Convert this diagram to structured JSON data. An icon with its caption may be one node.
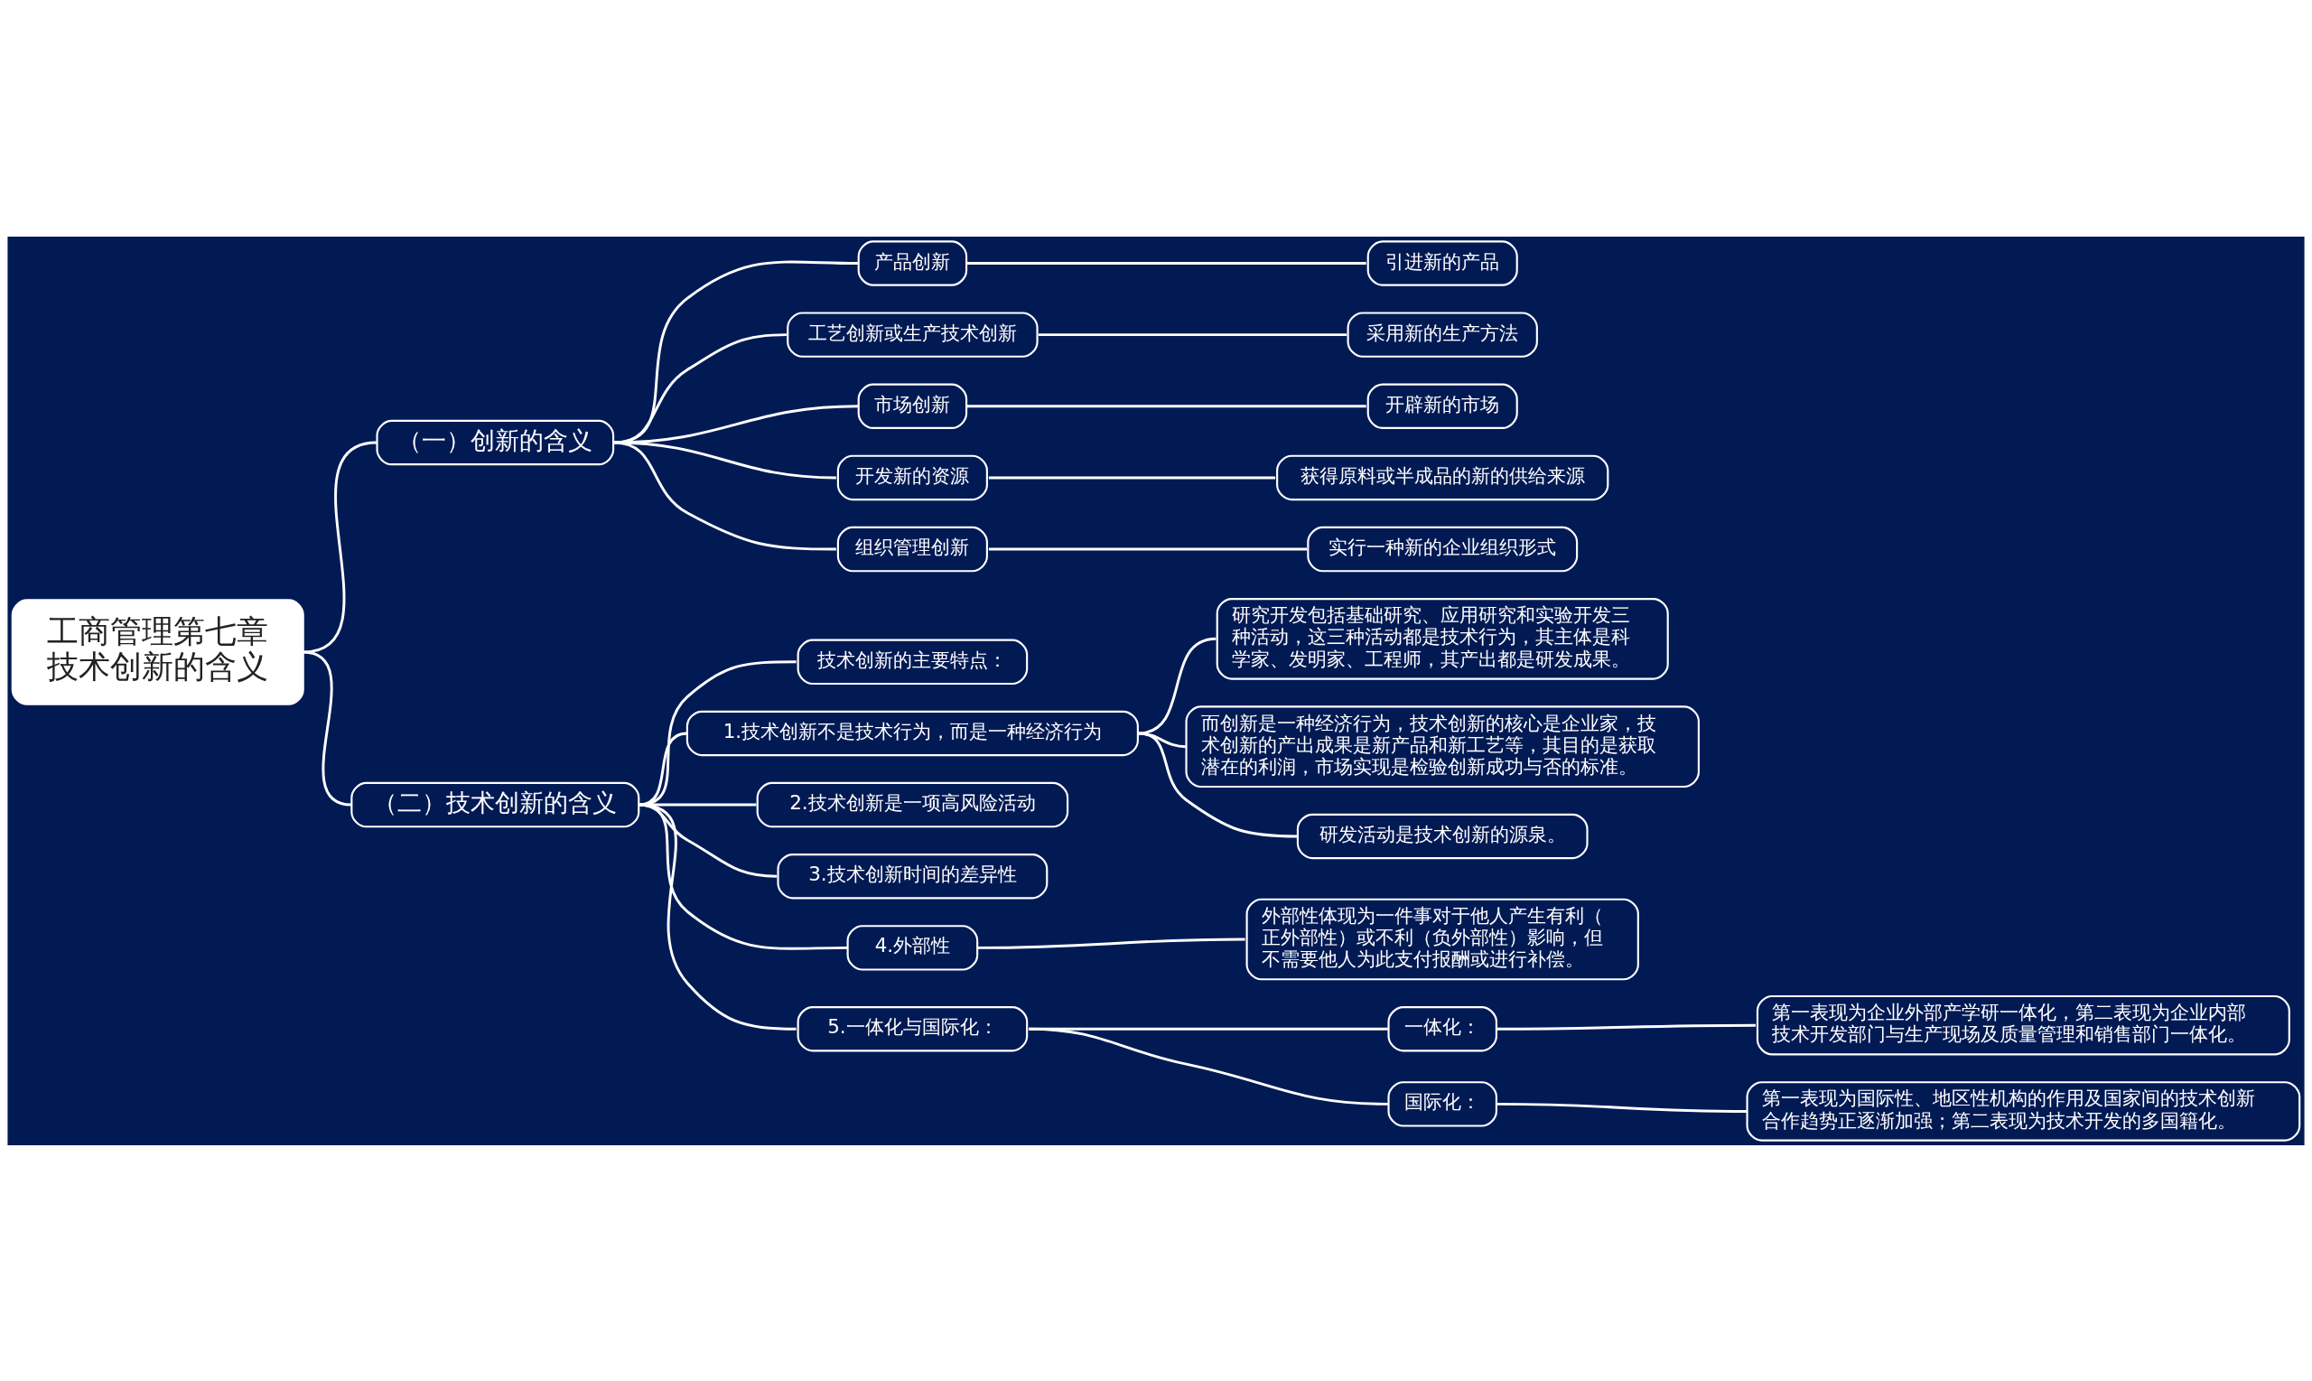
{
  "diagram": {
    "nodes": [
      {
        "text": [
          "工商管理第七章技术创新的含义"
        ]
      },
      {
        "text": [
          "（一）创新的含义"
        ]
      },
      {
        "text": [
          "产品创新"
        ]
      },
      {
        "text": [
          "引进新的产品"
        ]
      },
      {
        "text": [
          "工艺创新或生产技术创新"
        ]
      },
      {
        "text": [
          "采用新的生产方法"
        ]
      },
      {
        "text": [
          "市场创新"
        ]
      },
      {
        "text": [
          "开辟新的市场"
        ]
      },
      {
        "text": [
          "开发新的资源"
        ]
      },
      {
        "text": [
          "获得原料或半成品的新的供给来源"
        ]
      },
      {
        "text": [
          "组织管理创新"
        ]
      },
      {
        "text": [
          "实行一种新的企业组织形式"
        ]
      },
      {
        "text": [
          "（二）技术创新的含义"
        ]
      },
      {
        "text": [
          "技术创新的主要特点："
        ]
      },
      {
        "text": [
          "1.技术创新不是技术行为，而是一种经济行为"
        ]
      },
      {
        "text": [
          "研究开发包括基础研究、应用研究和实验开发三种活动，这三种活动都是技术行为，其主体是科学家、发明家、工程师，其产出都是研发成果。"
        ]
      },
      {
        "text": [
          "而创新是一种经济行为，技术创新的核心是企业家，技术创新的产出成果是新产品和新工艺等，其目的是获取潜在的利润，市场实现是检验创新成功与否的标准。"
        ]
      },
      {
        "text": [
          "研发活动是技术创新的源泉。"
        ]
      },
      {
        "text": [
          "2.技术创新是一项高风险活动"
        ]
      },
      {
        "text": [
          "3.技术创新时间的差异性"
        ]
      },
      {
        "text": [
          "4.外部性"
        ]
      },
      {
        "text": [
          "外部性体现为一件事对于他人产生有利（正外部性）或不利（负外部性）影响，但不需要他人为此支付报酬或进行补偿。"
        ]
      },
      {
        "text": [
          "5.一体化与国际化："
        ]
      },
      {
        "text": [
          "一体化："
        ]
      },
      {
        "text": [
          "第一表现为企业外部产学研一体化，第二表现为企业内部技术开发部门与生产现场及质量管理和销售部门一体化。"
        ]
      },
      {
        "text": [
          "国际化："
        ]
      },
      {
        "text": [
          "第一表现为国际性、地区性机构的作用及国家间的技术创新合作趋势正逐渐加强；第二表现为技术开发的多国籍化。"
        ]
      }
    ],
    "edges": [
      {
        "from": 0,
        "to": 1,
        "arrow": "none"
      },
      {
        "from": 1,
        "to": 2,
        "arrow": "none"
      },
      {
        "from": 2,
        "to": 3,
        "arrow": "none"
      },
      {
        "from": 1,
        "to": 4,
        "arrow": "none"
      },
      {
        "from": 4,
        "to": 5,
        "arrow": "none"
      },
      {
        "from": 1,
        "to": 6,
        "arrow": "none"
      },
      {
        "from": 6,
        "to": 7,
        "arrow": "none"
      },
      {
        "from": 1,
        "to": 8,
        "arrow": "none"
      },
      {
        "from": 8,
        "to": 9,
        "arrow": "none"
      },
      {
        "from": 1,
        "to": 10,
        "arrow": "none"
      },
      {
        "from": 10,
        "to": 11,
        "arrow": "none"
      },
      {
        "from": 0,
        "to": 12,
        "arrow": "none"
      },
      {
        "from": 12,
        "to": 13,
        "arrow": "none"
      },
      {
        "from": 12,
        "to": 14,
        "arrow": "none"
      },
      {
        "from": 14,
        "to": 15,
        "arrow": "none"
      },
      {
        "from": 14,
        "to": 16,
        "arrow": "none"
      },
      {
        "from": 14,
        "to": 17,
        "arrow": "none"
      },
      {
        "from": 12,
        "to": 18,
        "arrow": "none"
      },
      {
        "from": 12,
        "to": 19,
        "arrow": "none"
      },
      {
        "from": 12,
        "to": 20,
        "arrow": "none"
      },
      {
        "from": 20,
        "to": 21,
        "arrow": "none"
      },
      {
        "from": 12,
        "to": 22,
        "arrow": "none"
      },
      {
        "from": 22,
        "to": 23,
        "arrow": "none"
      },
      {
        "from": 23,
        "to": 24,
        "arrow": "none"
      },
      {
        "from": 22,
        "to": 25,
        "arrow": "none"
      },
      {
        "from": 25,
        "to": 26,
        "arrow": "none"
      }
    ]
  }
}
